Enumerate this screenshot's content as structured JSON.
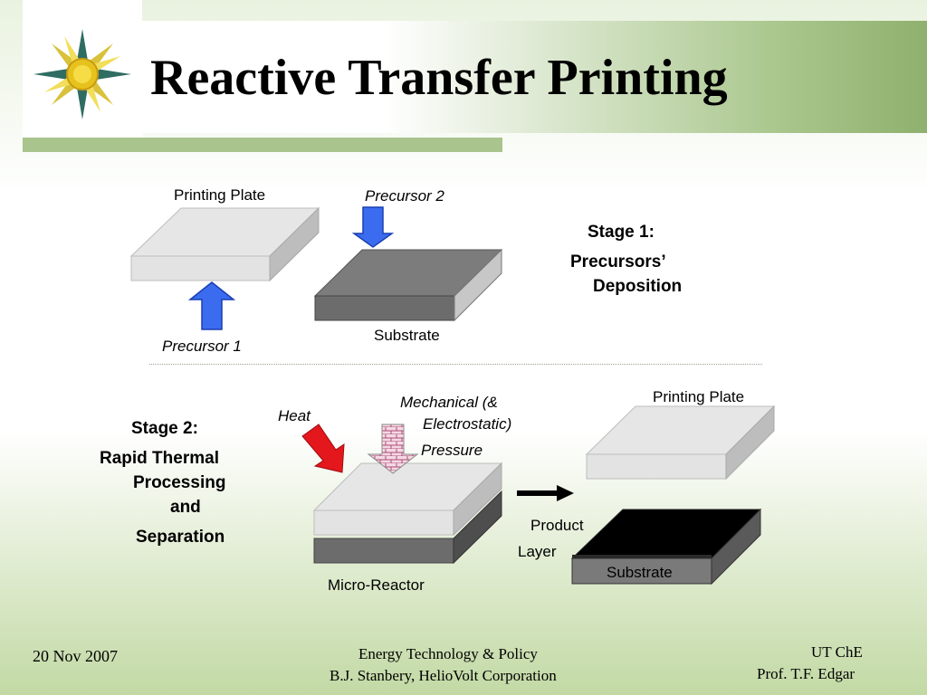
{
  "slide": {
    "title": "Reactive Transfer Printing",
    "logo_icon": "compass-star-icon"
  },
  "stage1": {
    "heading": "Stage 1:",
    "line1": "Precursors’",
    "line2": "Deposition",
    "labels": {
      "printing_plate": "Printing Plate",
      "precursor2": "Precursor 2",
      "precursor1": "Precursor 1",
      "substrate": "Substrate"
    }
  },
  "stage2": {
    "heading": "Stage 2:",
    "line1": "Rapid Thermal",
    "line2": "Processing",
    "line3": "and",
    "line4": "Separation",
    "labels": {
      "heat": "Heat",
      "mechanical_line1": "Mechanical (&",
      "mechanical_line2": "Electrostatic)",
      "pressure": "Pressure",
      "micro_reactor": "Micro-Reactor",
      "printing_plate": "Printing Plate",
      "product": "Product",
      "layer": "Layer",
      "substrate": "Substrate"
    }
  },
  "footer": {
    "date": "20 Nov 2007",
    "course_line1": "Energy Technology & Policy",
    "course_line2": "B.J. Stanbery, HelioVolt Corporation",
    "org_line1": "UT ChE",
    "org_line2": "Prof. T.F. Edgar"
  },
  "colors": {
    "title_band": "#8fb06e",
    "plate_top": "#e4e4e4",
    "substrate_top": "#7c7c7c",
    "product_top": "#000000",
    "arrow_blue": "#3b6cf0",
    "arrow_red": "#e4171c"
  }
}
